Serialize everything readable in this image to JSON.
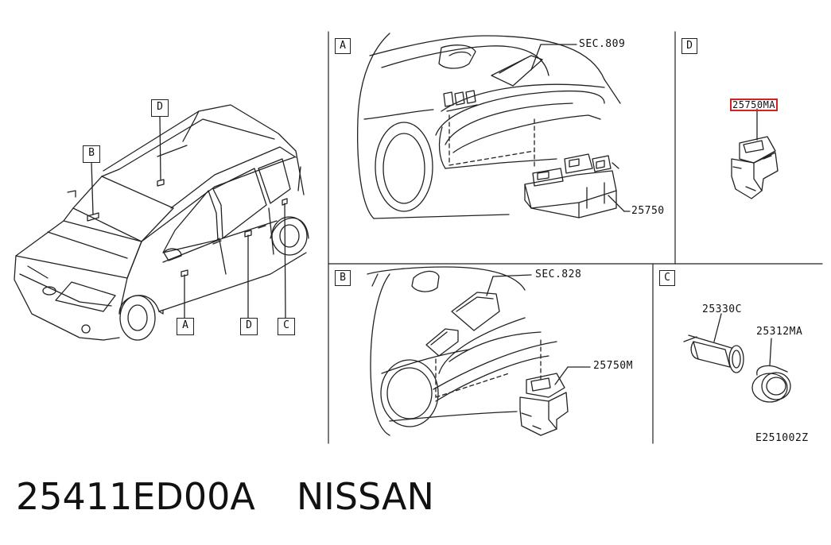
{
  "diagram": {
    "panel_labels": {
      "a": "A",
      "b": "B",
      "c": "C",
      "d": "D"
    },
    "car_callouts": {
      "a": "A",
      "b": "B",
      "c": "C",
      "d_top": "D",
      "d_side": "D"
    },
    "parts": {
      "sec809": "SEC.809",
      "p25750": "25750",
      "p25750ma": "25750MA",
      "sec828": "SEC.828",
      "p25750m": "25750M",
      "p25330c": "25330C",
      "p25312ma": "25312MA"
    },
    "diagram_code": "E251002Z"
  },
  "caption": {
    "part_number": "25411ED00A",
    "brand": "NISSAN"
  },
  "colors": {
    "highlight": "#d42222",
    "ink": "#222222"
  }
}
